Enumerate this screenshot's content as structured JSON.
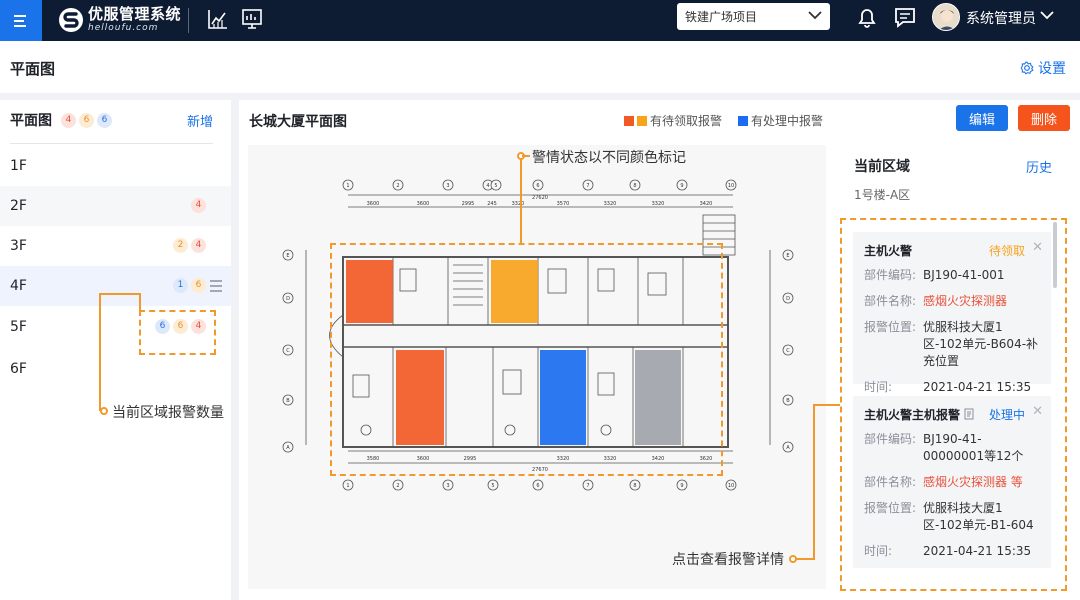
{
  "topbar": {
    "logo_title": "优服管理系统",
    "logo_sub": "helloufu.com",
    "project": "铁建广场项目",
    "user_name": "系统管理员",
    "icons": [
      "menu-icon",
      "chart-icon",
      "monitor-icon",
      "bell-icon",
      "message-icon",
      "chevron-down-icon"
    ]
  },
  "header": {
    "title": "平面图",
    "settings_label": "设置"
  },
  "left": {
    "title": "平面图",
    "counts": {
      "red": "4",
      "orange": "6",
      "blue": "6"
    },
    "add_label": "新增",
    "floors": [
      {
        "label": "1F"
      },
      {
        "label": "2F",
        "red": "4"
      },
      {
        "label": "3F",
        "orange": "2",
        "red": "4"
      },
      {
        "label": "4F",
        "blue": "1",
        "orange": "6"
      },
      {
        "label": "5F",
        "blue": "6",
        "orange": "6",
        "red": "4"
      },
      {
        "label": "6F"
      }
    ]
  },
  "plan": {
    "title": "长城大厦平面图",
    "legend_pending": "有待领取报警",
    "legend_processing": "有处理中报警",
    "edit_label": "编辑",
    "delete_label": "删除",
    "colors": {
      "pending_red": "#f15a24",
      "pending_orange": "#f7a31c",
      "processing": "#1a6cf0",
      "idle": "#a0a4aa"
    },
    "dims_top": [
      "27620",
      "3600",
      "3600",
      "2995",
      "245",
      "3320",
      "3570",
      "3320",
      "3320",
      "3420"
    ],
    "dims_bottom": [
      "27670",
      "3580",
      "3600",
      "2995",
      "3320",
      "3320",
      "3420",
      "3620"
    ],
    "axis_top": [
      "1",
      "2",
      "3",
      "4",
      "5",
      "6",
      "7",
      "8",
      "9",
      "10"
    ],
    "axis_side": [
      "E",
      "D",
      "C",
      "B",
      "A"
    ]
  },
  "detail": {
    "title": "当前区域",
    "history_label": "历史",
    "zone": "1号楼-A区",
    "alarms": [
      {
        "name": "主机火警",
        "status": "待领取",
        "code_key": "部件编码:",
        "code": "BJ190-41-001",
        "part_key": "部件名称:",
        "part": "感烟火灾探测器",
        "loc_key": "报警位置:",
        "location": "优服科技大厦1区-102单元-B604-补充位置",
        "time_key": "时间:",
        "time": "2021-04-21 15:35"
      },
      {
        "name": "主机火警主机报警",
        "status": "处理中",
        "code_key": "部件编码:",
        "code": "BJ190-41-00000001等12个",
        "part_key": "部件名称:",
        "part": "感烟火灾探测器 等",
        "loc_key": "报警位置:",
        "location": "优服科技大厦1区-102单元-B1-604",
        "time_key": "时间:",
        "time": "2021-04-21 15:35"
      }
    ]
  },
  "annotations": {
    "status_color": "警情状态以不同颜色标记",
    "zone_count": "当前区域报警数量",
    "view_detail": "点击查看报警详情"
  }
}
